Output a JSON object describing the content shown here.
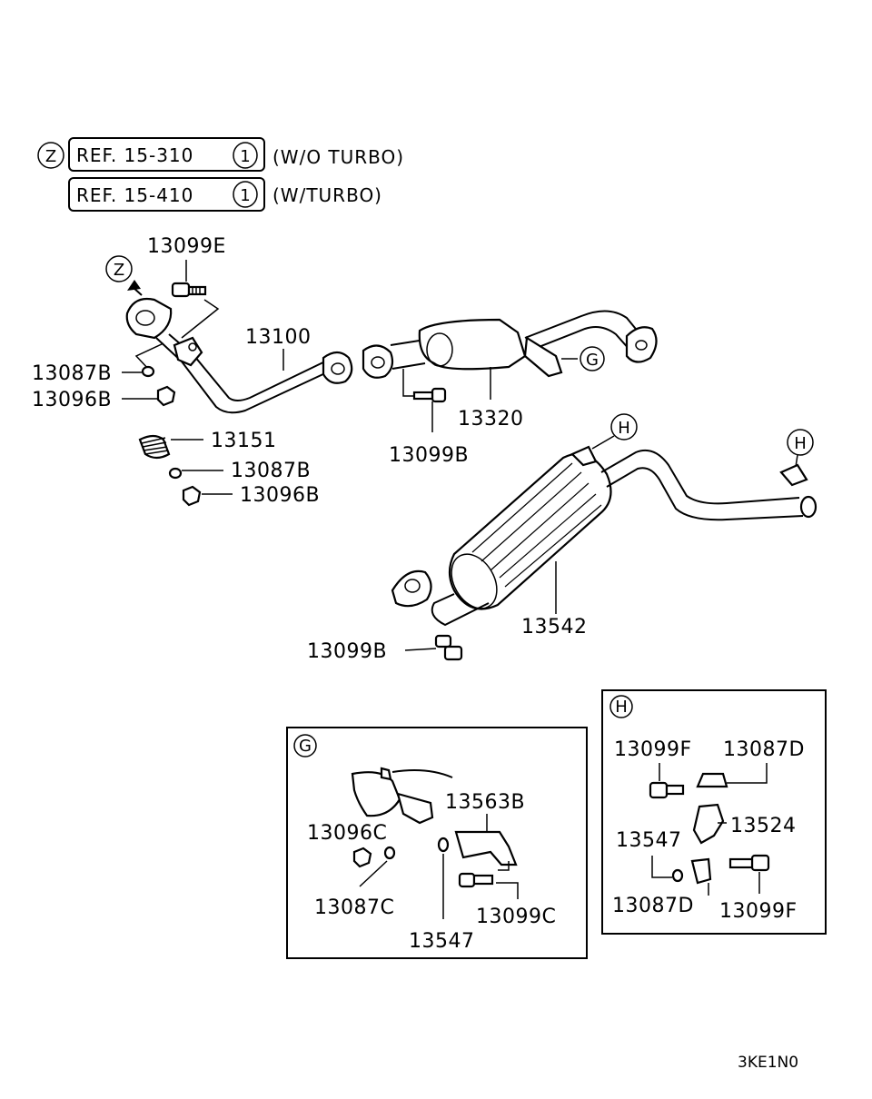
{
  "references": [
    {
      "marker": "Z",
      "ref": "REF. 15-310",
      "index": "1",
      "note": "(W/O TURBO)"
    },
    {
      "ref": "REF. 15-410",
      "index": "1",
      "note": "(W/TURBO)"
    }
  ],
  "main_labels": {
    "p13099E": "13099E",
    "pZ": "Z",
    "p13100": "13100",
    "p13087B_1": "13087B",
    "p13096B_1": "13096B",
    "p13151": "13151",
    "p13087B_2": "13087B",
    "p13096B_2": "13096B",
    "p13320": "13320",
    "p13099B_1": "13099B",
    "pG": "G",
    "pH1": "H",
    "pH2": "H",
    "p13542": "13542",
    "p13099B_2": "13099B"
  },
  "detail_g": {
    "marker": "G",
    "labels": {
      "p13563B": "13563B",
      "p13096C": "13096C",
      "p13087C": "13087C",
      "p13099C": "13099C",
      "p13547": "13547"
    }
  },
  "detail_h": {
    "marker": "H",
    "labels": {
      "p13099F_1": "13099F",
      "p13087D_1": "13087D",
      "p13524": "13524",
      "p13547": "13547",
      "p13087D_2": "13087D",
      "p13099F_2": "13099F"
    }
  },
  "figure_code": "3KE1N0"
}
